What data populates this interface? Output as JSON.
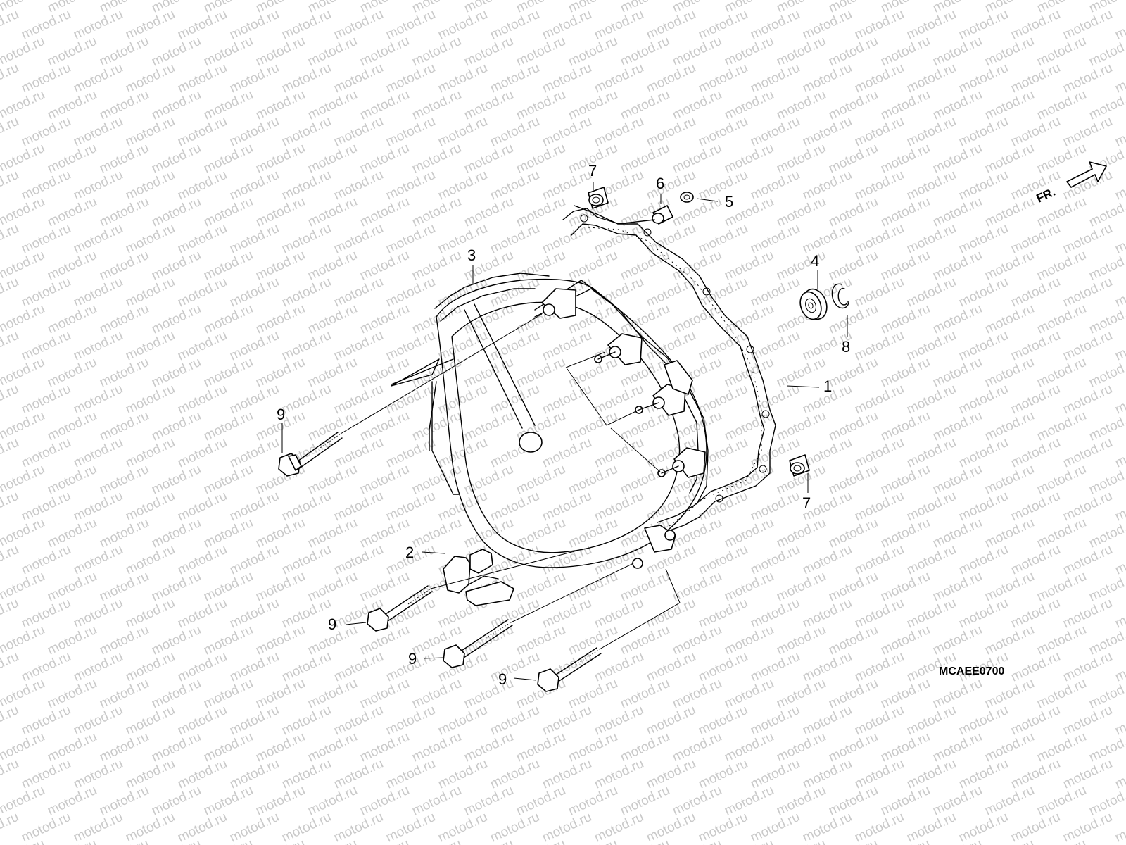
{
  "watermark": {
    "text": "motod.ru"
  },
  "diagram_code": "MCAEE0700",
  "direction_label": "FR.",
  "callouts": {
    "c1": "1",
    "c2": "2",
    "c3": "3",
    "c4": "4",
    "c5": "5",
    "c6": "6",
    "c7a": "7",
    "c7b": "7",
    "c8": "8",
    "c9a": "9",
    "c9b": "9",
    "c9c": "9",
    "c9d": "9"
  }
}
